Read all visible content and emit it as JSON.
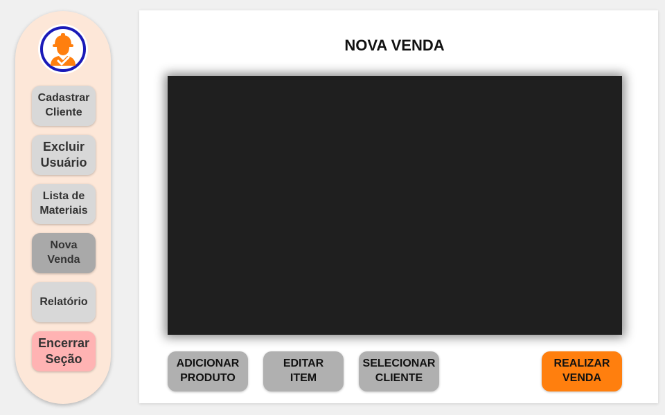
{
  "colors": {
    "sidebar_bg": "#fde7d8",
    "button_gray": "#d8d8d8",
    "button_active": "#a9a9a9",
    "button_danger": "#ffb3b3",
    "action_gray": "#b0b0b0",
    "primary_orange": "#ff7f0e",
    "display_bg": "#1f1f1f",
    "logo_ring": "#1a1ab8"
  },
  "logo": {
    "icon": "construction-worker-icon"
  },
  "sidebar": {
    "items": [
      {
        "label": "Cadastrar\nCliente"
      },
      {
        "label": "Excluir\nUsuário"
      },
      {
        "label": "Lista de\nMateriais"
      },
      {
        "label": "Nova\nVenda"
      },
      {
        "label": "Relatório"
      },
      {
        "label": "Encerrar\nSeção"
      }
    ]
  },
  "main": {
    "title": "NOVA VENDA",
    "actions": [
      {
        "label": "ADICIONAR\nPRODUTO"
      },
      {
        "label": "EDITAR\nITEM"
      },
      {
        "label": "SELECIONAR\nCLIENTE"
      },
      {
        "label": "REALIZAR\nVENDA"
      }
    ]
  }
}
